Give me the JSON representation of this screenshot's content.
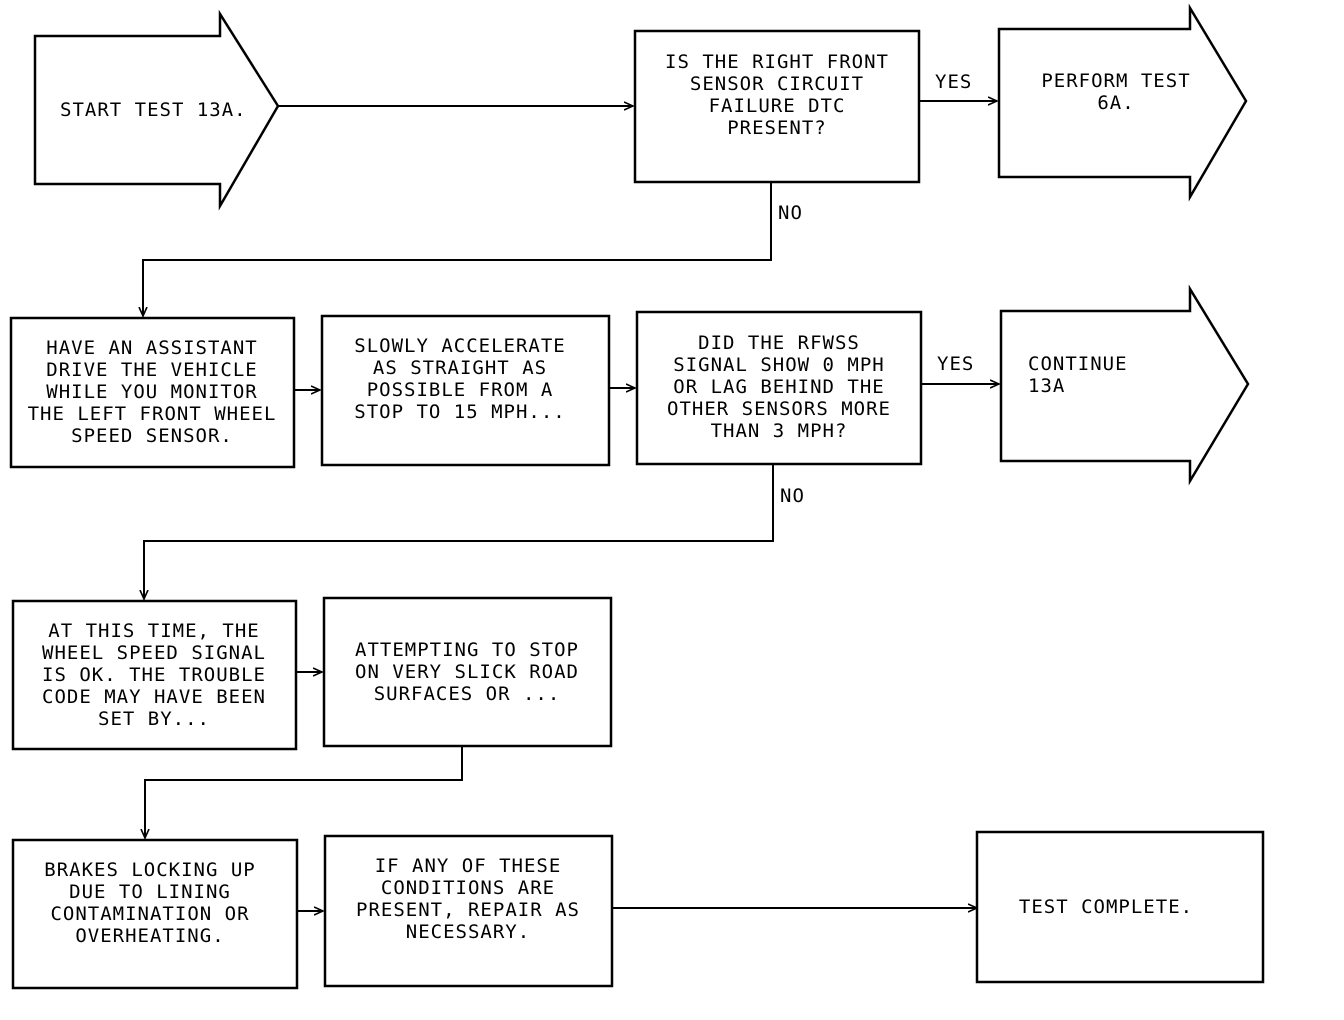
{
  "nodes": {
    "start": {
      "lines": [
        "START TEST 13A."
      ]
    },
    "q1": {
      "lines": [
        "IS THE RIGHT FRONT",
        "SENSOR CIRCUIT",
        "FAILURE DTC",
        "PRESENT?"
      ]
    },
    "perform6a": {
      "lines": [
        "PERFORM TEST",
        "6A."
      ]
    },
    "assistant": {
      "lines": [
        "HAVE AN ASSISTANT",
        "DRIVE THE VEHICLE",
        "WHILE YOU MONITOR",
        "THE LEFT FRONT WHEEL",
        "SPEED SENSOR."
      ]
    },
    "accelerate": {
      "lines": [
        "SLOWLY ACCELERATE",
        "AS STRAIGHT AS",
        "POSSIBLE FROM A",
        "STOP TO 15 MPH..."
      ]
    },
    "q2": {
      "lines": [
        "DID THE RFWSS",
        "SIGNAL SHOW 0 MPH",
        "OR LAG BEHIND THE",
        "OTHER SENSORS MORE",
        "THAN 3 MPH?"
      ]
    },
    "continue13a": {
      "lines": [
        "CONTINUE",
        "13A"
      ]
    },
    "signal_ok": {
      "lines": [
        "AT THIS TIME, THE",
        "WHEEL SPEED SIGNAL",
        "IS OK. THE TROUBLE",
        "CODE MAY HAVE BEEN",
        "SET BY..."
      ]
    },
    "slick": {
      "lines": [
        "ATTEMPTING TO STOP",
        "ON VERY SLICK ROAD",
        "SURFACES OR ..."
      ]
    },
    "brakes": {
      "lines": [
        "BRAKES LOCKING UP",
        "DUE TO LINING",
        "CONTAMINATION OR",
        "OVERHEATING."
      ]
    },
    "repair": {
      "lines": [
        "IF ANY OF THESE",
        "CONDITIONS ARE",
        "PRESENT, REPAIR AS",
        "NECESSARY."
      ]
    },
    "complete": {
      "lines": [
        "TEST COMPLETE."
      ]
    }
  },
  "edge_labels": {
    "q1_yes": "YES",
    "q1_no": "NO",
    "q2_yes": "YES",
    "q2_no": "NO"
  }
}
